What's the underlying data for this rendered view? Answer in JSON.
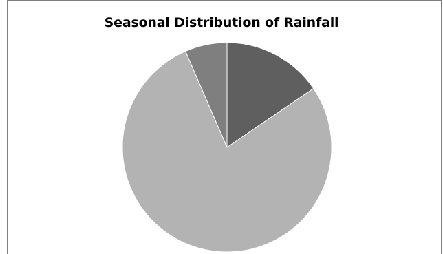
{
  "chart_data": {
    "type": "pie",
    "title": "Seasonal Distribution of Rainfall",
    "slices": [
      {
        "value": 15.5,
        "color": "#5f5f5f"
      },
      {
        "value": 78.0,
        "color": "#b3b3b3"
      },
      {
        "value": 6.5,
        "color": "#7f7f7f"
      }
    ],
    "start_angle_deg": 0,
    "direction": "clockwise",
    "legend": "none",
    "data_labels": "none"
  }
}
